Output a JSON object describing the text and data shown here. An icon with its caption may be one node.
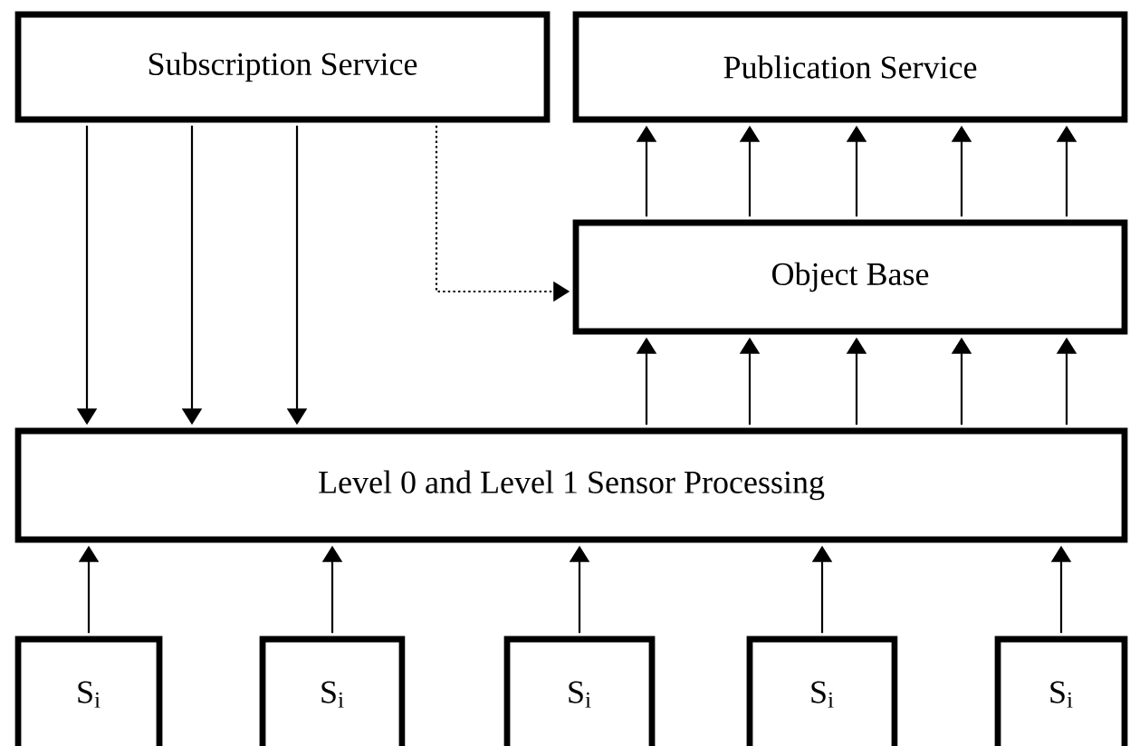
{
  "diagram": {
    "nodes": [
      {
        "text": [
          "Subscription Service"
        ]
      },
      {
        "text": [
          "Publication Service"
        ]
      },
      {
        "text": [
          "Object Base"
        ]
      },
      {
        "text": [
          "Level 0 and Level 1 Sensor Processing"
        ]
      },
      {
        "text": [
          "S$_{i}$"
        ]
      },
      {
        "text": [
          "S$_{i}$"
        ]
      },
      {
        "text": [
          "S$_{i}$"
        ]
      },
      {
        "text": [
          "S$_{i}$"
        ]
      },
      {
        "text": [
          "S$_{i}$"
        ]
      }
    ],
    "edges": [
      {
        "from": 0,
        "to": 3,
        "arrow": "to"
      },
      {
        "from": 0,
        "to": 3,
        "arrow": "to"
      },
      {
        "from": 0,
        "to": 3,
        "arrow": "to"
      },
      {
        "from": 0,
        "to": 2,
        "arrow": "to",
        "style": "dashed"
      },
      {
        "from": 2,
        "to": 1,
        "arrow": "to"
      },
      {
        "from": 2,
        "to": 1,
        "arrow": "to"
      },
      {
        "from": 2,
        "to": 1,
        "arrow": "to"
      },
      {
        "from": 2,
        "to": 1,
        "arrow": "to"
      },
      {
        "from": 2,
        "to": 1,
        "arrow": "to"
      },
      {
        "from": 3,
        "to": 2,
        "arrow": "to"
      },
      {
        "from": 3,
        "to": 2,
        "arrow": "to"
      },
      {
        "from": 3,
        "to": 2,
        "arrow": "to"
      },
      {
        "from": 3,
        "to": 2,
        "arrow": "to"
      },
      {
        "from": 3,
        "to": 2,
        "arrow": "to"
      },
      {
        "from": 4,
        "to": 3,
        "arrow": "to"
      },
      {
        "from": 5,
        "to": 3,
        "arrow": "to"
      },
      {
        "from": 6,
        "to": 3,
        "arrow": "to"
      },
      {
        "from": 7,
        "to": 3,
        "arrow": "to"
      },
      {
        "from": 8,
        "to": 3,
        "arrow": "to"
      }
    ]
  }
}
